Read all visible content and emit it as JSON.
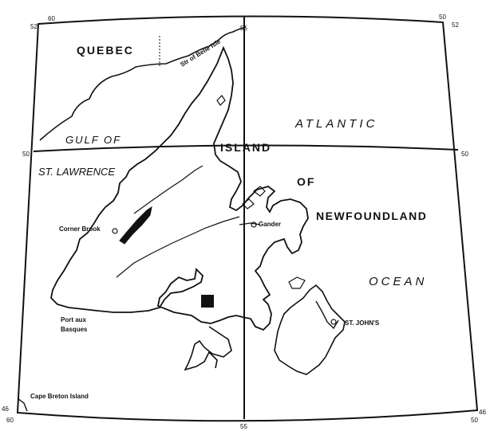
{
  "graticule": {
    "lat_labels": {
      "top_left": "52",
      "top_right": "52",
      "mid_left": "50",
      "mid_right": "50",
      "bottom_left": "46",
      "bottom_right": "46"
    },
    "lon_labels": {
      "top_left": "60",
      "top_mid": "55",
      "top_right": "50",
      "bottom_left": "60",
      "bottom_mid": "55",
      "bottom_right": "50"
    }
  },
  "labels": {
    "quebec": "QUEBEC",
    "strait": "Str of Belle Isle",
    "atlantic": "ATLANTIC",
    "gulf_of": "GULF OF",
    "island": "ISLAND",
    "st_lawrence": "ST. LAWRENCE",
    "of": "OF",
    "newfoundland": "NEWFOUNDLAND",
    "ocean": "OCEAN",
    "corner_brook": "Corner Brook",
    "gander": "Gander",
    "st_johns": "ST. JOHN'S",
    "port_aux": "Port aux",
    "basques": "Basques",
    "cape_breton": "Cape Breton Island"
  },
  "colors": {
    "ink": "#111111",
    "background": "#ffffff",
    "marker": "#111111"
  }
}
